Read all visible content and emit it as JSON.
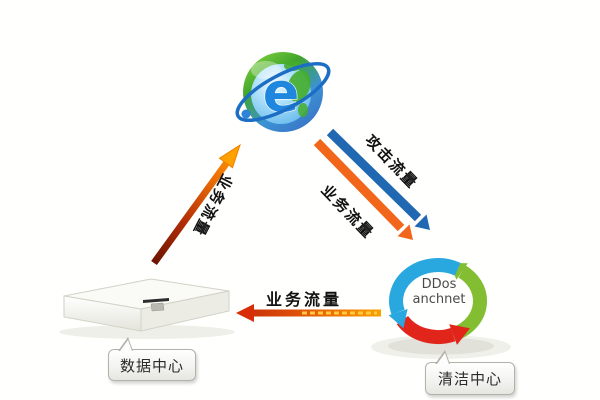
{
  "diagram": {
    "nodes": {
      "internet": {
        "icon": "browser-globe-icon"
      },
      "data_center": {
        "label": "数据中心",
        "icon": "server-icon"
      },
      "cleaning_center": {
        "label": "清洁中心",
        "icon": "recycle-arrows-icon",
        "icon_text": {
          "line1": "DDos",
          "line2": "anchnet"
        }
      }
    },
    "edges": [
      {
        "from": "data_center",
        "to": "internet",
        "label": "业务流量",
        "style": "red-to-orange-gradient"
      },
      {
        "from": "internet",
        "to": "cleaning_center",
        "label": "攻击流量",
        "style": "solid-blue"
      },
      {
        "from": "internet",
        "to": "cleaning_center",
        "label": "业务流量",
        "style": "solid-orange"
      },
      {
        "from": "cleaning_center",
        "to": "data_center",
        "label": "业务流量",
        "style": "orange-to-red-gradient"
      }
    ],
    "colors": {
      "attack_arrow_blue": "#2068b2",
      "business_arrow_orange": "#f2661c",
      "gradient_dark_red": "#6b1402",
      "gradient_bright_orange": "#ffa000",
      "recycle_blue": "#29a8e0",
      "recycle_green": "#82bd32",
      "recycle_red": "#e1251b",
      "label_text": "#121212"
    }
  }
}
